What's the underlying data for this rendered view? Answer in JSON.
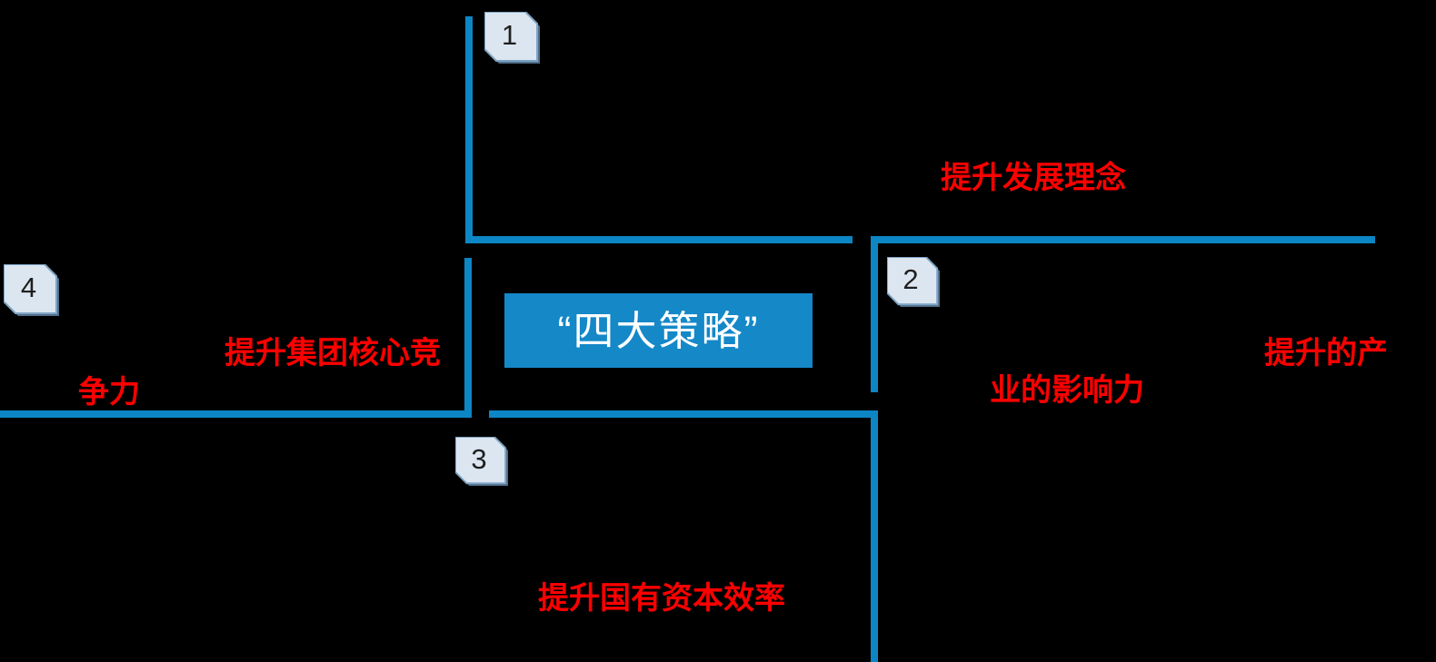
{
  "diagram": {
    "title": "“四大策略”",
    "branches": [
      {
        "number": "1",
        "label_lines": [
          "提升发展理念"
        ]
      },
      {
        "number": "2",
        "label_lines": [
          "提升的产",
          "业的影响力"
        ]
      },
      {
        "number": "3",
        "label_lines": [
          "提升国有资本效率"
        ]
      },
      {
        "number": "4",
        "label_lines": [
          "提升集团核心竞",
          "争力"
        ]
      }
    ]
  },
  "colors": {
    "background": "#000000",
    "connector_blue": "#0D86C5",
    "center_box_blue": "#1588C8",
    "center_text": "#FFFFFF",
    "marker_fill": "#DCE6F1",
    "marker_border": "#7FA4C4",
    "marker_shadow": "#516F8C",
    "marker_digit": "#1F1F1F",
    "label_red": "#FF0000"
  }
}
